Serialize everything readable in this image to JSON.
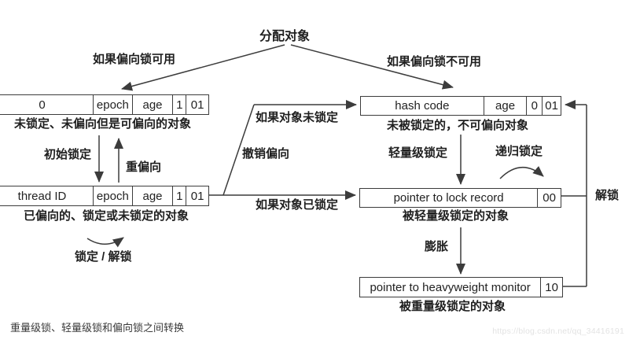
{
  "nodes": {
    "allocate": "分配对象",
    "branch_left": "如果偏向锁可用",
    "branch_right": "如果偏向锁不可用"
  },
  "boxes": {
    "biasable": {
      "cells": [
        "0",
        "epoch",
        "age",
        "1",
        "01"
      ],
      "caption": "未锁定、未偏向但是可偏向的对象"
    },
    "biased": {
      "cells": [
        "thread ID",
        "epoch",
        "age",
        "1",
        "01"
      ],
      "caption": "已偏向的、锁定或未锁定的对象"
    },
    "unbiasable": {
      "cells": [
        "hash code",
        "age",
        "0",
        "01"
      ],
      "caption": "未被锁定的，不可偏向对象"
    },
    "lightweight": {
      "cells": [
        "pointer to lock record",
        "00"
      ],
      "caption": "被轻量级锁定的对象"
    },
    "heavyweight": {
      "cells": [
        "pointer to heavyweight monitor",
        "10"
      ],
      "caption": "被重量级锁定的对象"
    }
  },
  "edges": {
    "initial_lock": "初始锁定",
    "rebias": "重偏向",
    "lock_unlock": "锁定 / 解锁",
    "if_object_unlocked": "如果对象未锁定",
    "revoke_bias": "撤销偏向",
    "if_object_locked": "如果对象已锁定",
    "lightweight_lock": "轻量级锁定",
    "recursive_lock": "递归锁定",
    "inflate": "膨胀",
    "unlock": "解锁"
  },
  "figure_caption": "重量级锁、轻量级锁和偏向锁之间转换",
  "watermark": "https://blog.csdn.net/qq_34416191",
  "colors": {
    "line": "#3c3c3c",
    "text": "#1f1f1f",
    "caption": "#3a3a3a",
    "watermark": "#e3e3e3",
    "background": "#ffffff"
  }
}
